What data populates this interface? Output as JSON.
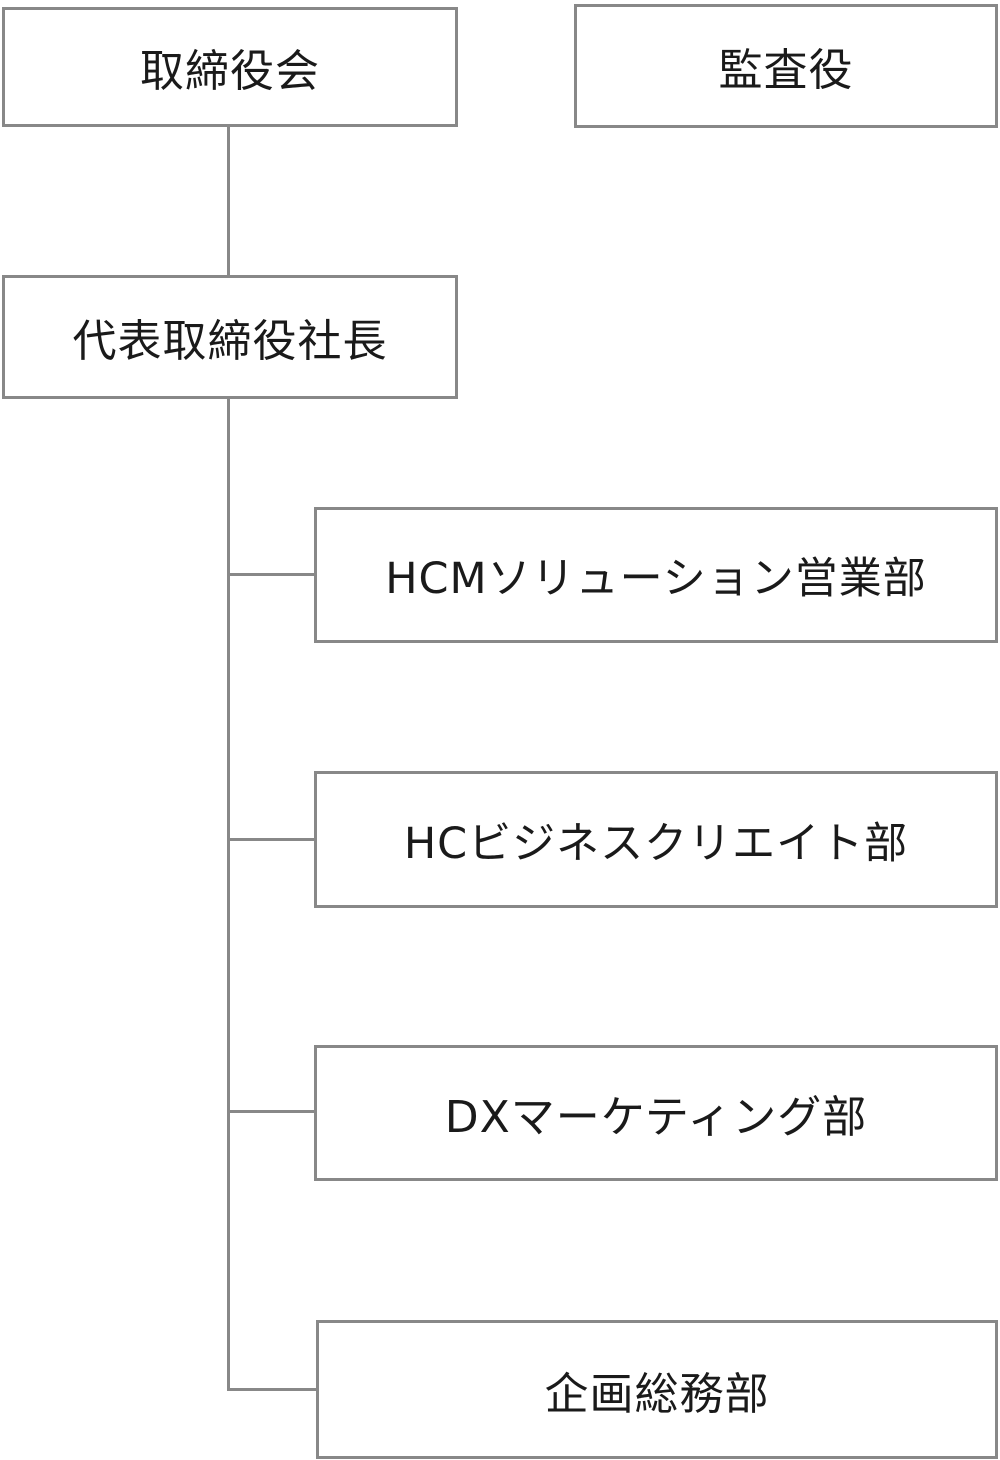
{
  "org_chart": {
    "board": "取締役会",
    "auditor": "監査役",
    "president": "代表取締役社長",
    "departments": [
      "HCMソリューション営業部",
      "HCビジネスクリエイト部",
      "DXマーケティング部",
      "企画総務部"
    ]
  },
  "colors": {
    "border": "#888888",
    "text": "#1a1a1a",
    "background": "#ffffff"
  }
}
